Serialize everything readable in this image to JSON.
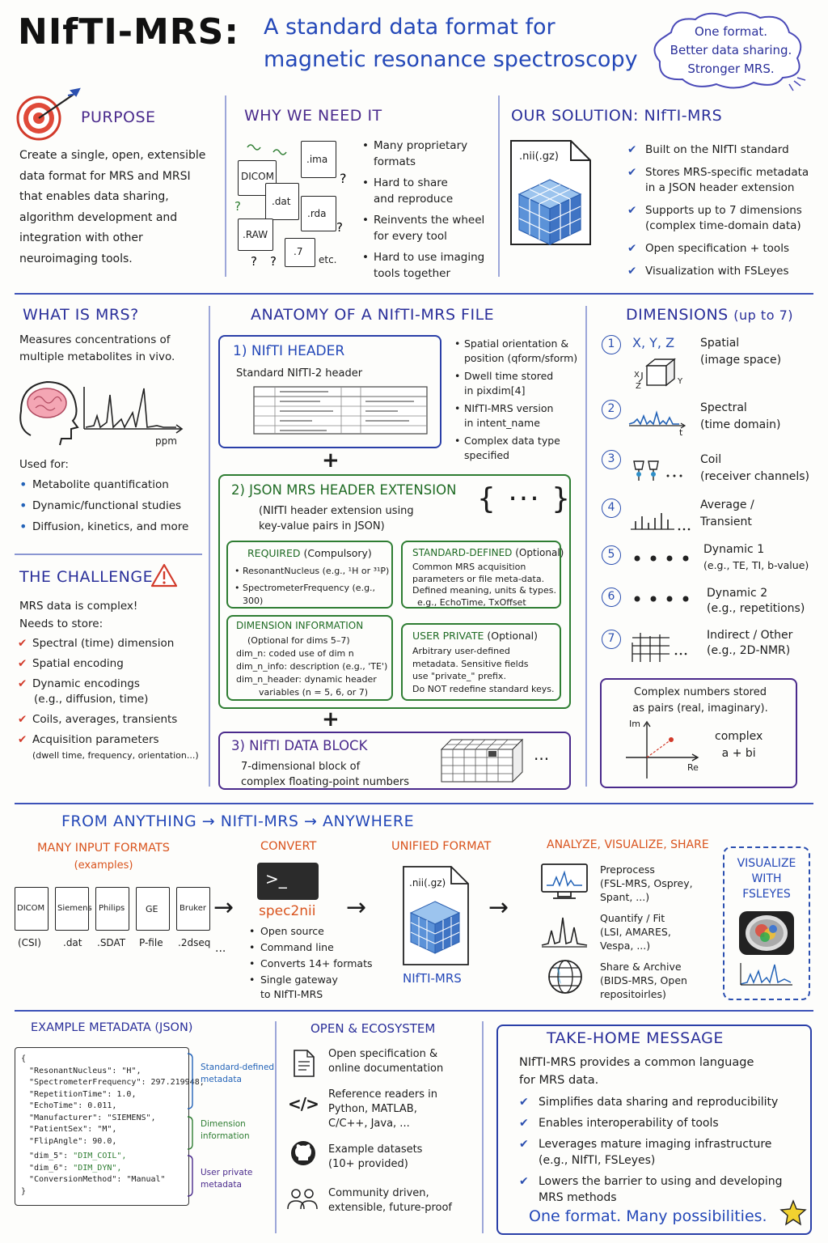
{
  "title": {
    "main": "NIfTI-MRS:",
    "subtitle_line1": "A standard data format for",
    "subtitle_line2": "magnetic resonance spectroscopy",
    "cloud_line1": "One format.",
    "cloud_line2": "Better data sharing.",
    "cloud_line3": "Stronger MRS."
  },
  "purpose": {
    "heading": "PURPOSE",
    "lines": [
      "Create a single, open, extensible",
      "data format for MRS and MRSI",
      "that enables data sharing,",
      "algorithm development and",
      "integration with other",
      "neuroimaging tools."
    ]
  },
  "why": {
    "heading": "WHY WE NEED IT",
    "files": [
      ".ima",
      "DICOM",
      ".dat",
      ".rda",
      ".RAW",
      ".7",
      "etc."
    ],
    "bullets": [
      [
        "Many proprietary",
        "formats"
      ],
      [
        "Hard to share",
        "and reproduce"
      ],
      [
        "Reinvents the wheel",
        "for every tool"
      ],
      [
        "Hard to use imaging",
        "tools together"
      ]
    ]
  },
  "solution": {
    "heading": "OUR SOLUTION: NIfTI-MRS",
    "file_label": ".nii(.gz)",
    "checks": [
      [
        "Built on the NIfTI standard"
      ],
      [
        "Stores MRS-specific metadata",
        "in a JSON header extension"
      ],
      [
        "Supports up to 7 dimensions",
        "(complex time-domain data)"
      ],
      [
        "Open specification + tools"
      ],
      [
        "Visualization with FSLeyes"
      ]
    ]
  },
  "what_is_mrs": {
    "heading": "WHAT IS MRS?",
    "lines": [
      "Measures concentrations of",
      "multiple metabolites in vivo."
    ],
    "axis_label": "ppm",
    "used_for": "Used for:",
    "uses": [
      "Metabolite quantification",
      "Dynamic/functional studies",
      "Diffusion, kinetics, and more"
    ]
  },
  "challenge": {
    "heading": "THE CHALLENGE",
    "intro1": "MRS data is complex!",
    "intro2": "Needs to store:",
    "items": [
      [
        "Spectral (time) dimension"
      ],
      [
        "Spatial encoding"
      ],
      [
        "Dynamic encodings",
        "(e.g., diffusion, time)"
      ],
      [
        "Coils, averages, transients"
      ],
      [
        "Acquisition parameters",
        "(dwell time, frequency, orientation...)"
      ]
    ]
  },
  "anatomy": {
    "heading": "ANATOMY OF A NIfTI-MRS FILE",
    "header_box": {
      "title": "1) NIfTI HEADER",
      "subtitle": "Standard NIfTI-2 header"
    },
    "header_notes": [
      [
        "Spatial orientation &",
        "position (qform/sform)"
      ],
      [
        "Dwell time stored",
        "in pixdim[4]"
      ],
      [
        "NIfTI-MRS version",
        "in intent_name"
      ],
      [
        "Complex data type",
        "specified"
      ]
    ],
    "json_box": {
      "title": "2) JSON MRS HEADER EXTENSION",
      "desc1": "(NIfTI header extension using",
      "desc2": "key-value pairs in JSON)",
      "brace": "{ ··· }"
    },
    "required": {
      "title": "REQUIRED",
      "title_note": "(Compulsory)",
      "items": [
        "ResonantNucleus (e.g., ¹H or ³¹P)",
        "SpectrometerFrequency (e.g., 300)"
      ]
    },
    "standard": {
      "title": "STANDARD-DEFINED",
      "title_note": "(Optional)",
      "lines": [
        "Common MRS acquisition",
        "parameters or file meta-data.",
        "Defined meaning, units & types.",
        "e.g., EchoTime, TxOffset"
      ]
    },
    "dimension": {
      "title": "DIMENSION INFORMATION",
      "lines": [
        "(Optional for dims 5–7)",
        "dim_n: coded use of dim n",
        "dim_n_info: description (e.g., 'TE')",
        "dim_n_header: dynamic header",
        "variables (n = 5, 6, or 7)"
      ]
    },
    "private": {
      "title": "USER PRIVATE",
      "title_note": "(Optional)",
      "lines": [
        "Arbitrary user-defined",
        "metadata. Sensitive fields",
        "use \"private_\" prefix.",
        "Do NOT redefine standard keys."
      ]
    },
    "data_box": {
      "title": "3) NIfTI DATA BLOCK",
      "line1": "7-dimensional block of",
      "line2": "complex floating-point numbers"
    },
    "plus": "+",
    "ellipsis": "···"
  },
  "dimensions": {
    "heading": "DIMENSIONS",
    "heading_note": "(up to 7)",
    "items": [
      {
        "num": "1",
        "label": "X, Y, Z",
        "name": "Spatial",
        "desc": "(image space)"
      },
      {
        "num": "2",
        "label": "",
        "name": "Spectral",
        "desc": "(time domain)"
      },
      {
        "num": "3",
        "label": "",
        "name": "Coil",
        "desc": "(receiver channels)"
      },
      {
        "num": "4",
        "label": "",
        "name": "Average /",
        "desc": "Transient"
      },
      {
        "num": "5",
        "label": "",
        "name": "Dynamic 1",
        "desc": "(e.g., TE, TI, b-value)"
      },
      {
        "num": "6",
        "label": "",
        "name": "Dynamic 2",
        "desc": "(e.g., repetitions)"
      },
      {
        "num": "7",
        "label": "",
        "name": "Indirect / Other",
        "desc": "(e.g., 2D-NMR)"
      }
    ],
    "axis_x": "X",
    "axis_y": "Y",
    "axis_z": "Z",
    "axis_t": "t",
    "complex_box": {
      "line1": "Complex numbers stored",
      "line2": "as pairs (real, imaginary).",
      "im": "Im",
      "re": "Re",
      "c1": "complex",
      "c2": "a + bi"
    }
  },
  "flow": {
    "heading": "FROM ANYTHING → NIfTI-MRS → ANYWHERE",
    "inputs_title": "MANY INPUT FORMATS",
    "inputs_note": "(examples)",
    "input_files": [
      {
        "name": "DICOM",
        "ext": "(CSI)"
      },
      {
        "name": "Siemens",
        "ext": ".dat"
      },
      {
        "name": "Philips",
        "ext": ".SDAT"
      },
      {
        "name": "GE",
        "ext": "P-file"
      },
      {
        "name": "Bruker",
        "ext": ".2dseq"
      }
    ],
    "convert_title": "CONVERT",
    "terminal": ">_",
    "tool": "spec2nii",
    "convert_bullets": [
      [
        "Open source"
      ],
      [
        "Command line"
      ],
      [
        "Converts 14+ formats"
      ],
      [
        "Single gateway",
        "to NIfTI-MRS"
      ]
    ],
    "unified_title": "UNIFIED FORMAT",
    "unified_file": ".nii(.gz)",
    "unified_label": "NIfTI-MRS",
    "analyze_title": "ANALYZE, VISUALIZE, SHARE",
    "analyze_items": [
      {
        "title": "Preprocess",
        "lines": [
          "(FSL-MRS, Osprey,",
          "Spant, ...)"
        ]
      },
      {
        "title": "Quantify / Fit",
        "lines": [
          "(LSI, AMARES,",
          "Vespa, ...)"
        ]
      },
      {
        "title": "Share & Archive",
        "lines": [
          "(BIDS-MRS, Open",
          "repositoirles)"
        ]
      }
    ],
    "visualize": [
      "VISUALIZE",
      "WITH",
      "FSLEYES"
    ],
    "dots": "..."
  },
  "metadata": {
    "heading": "EXAMPLE METADATA (JSON)",
    "open_brace": "{",
    "close_brace": "}",
    "rows": [
      {
        "k": "\"ResonantNucleus\":",
        "v": " \"H\",",
        "c": "#1c1c1c"
      },
      {
        "k": "\"SpectrometerFrequency\":",
        "v": " 297.219948,",
        "c": "#1c1c1c"
      },
      {
        "k": "\"RepetitionTime\":",
        "v": " 1.0,",
        "c": "#1c1c1c"
      },
      {
        "k": "\"EchoTime\":",
        "v": " 0.011,",
        "c": "#1c1c1c"
      },
      {
        "k": "\"Manufacturer\":",
        "v": " \"SIEMENS\",",
        "c": "#1c1c1c"
      },
      {
        "k": "\"PatientSex\":",
        "v": " \"M\",",
        "c": "#1c1c1c"
      },
      {
        "k": "\"FlipAngle\":",
        "v": " 90.0,",
        "c": "#1c1c1c"
      },
      {
        "k": "\"dim_5\":",
        "v": " \"DIM_COIL\",",
        "c": "#2e7d32"
      },
      {
        "k": "\"dim_6\":",
        "v": " \"DIM_DYN\",",
        "c": "#2e7d32"
      },
      {
        "k": "\"ConversionMethod\":",
        "v": " \"Manual\"",
        "c": "#1c1c1c"
      }
    ],
    "labels": [
      [
        "Standard-defined",
        "metadata"
      ],
      [
        "Dimension",
        "information"
      ],
      [
        "User private",
        "metadata"
      ]
    ]
  },
  "ecosystem": {
    "heading": "OPEN & ECOSYSTEM",
    "items": [
      [
        "Open specification &",
        "online documentation"
      ],
      [
        "Reference readers in",
        "Python, MATLAB,",
        "C/C++, Java, ..."
      ],
      [
        "Example datasets",
        "(10+ provided)"
      ],
      [
        "Community driven,",
        "extensible, future-proof"
      ]
    ],
    "code_glyph": "</>"
  },
  "takehome": {
    "heading": "TAKE-HOME MESSAGE",
    "intro1": "NIfTI-MRS provides a common language",
    "intro2": "for MRS data.",
    "checks": [
      [
        "Simplifies data sharing and reproducibility"
      ],
      [
        "Enables interoperability of tools"
      ],
      [
        "Leverages mature imaging infrastructure",
        "(e.g., NIfTI, FSLeyes)"
      ],
      [
        "Lowers the barrier to using and developing",
        "MRS methods"
      ]
    ],
    "tagline": "One format. Many possibilities."
  },
  "colors": {
    "navy": "#2a2f9a",
    "orange": "#d9541e",
    "green": "#2e7d32",
    "purple": "#4a2a8c",
    "blue": "#2363b8"
  }
}
